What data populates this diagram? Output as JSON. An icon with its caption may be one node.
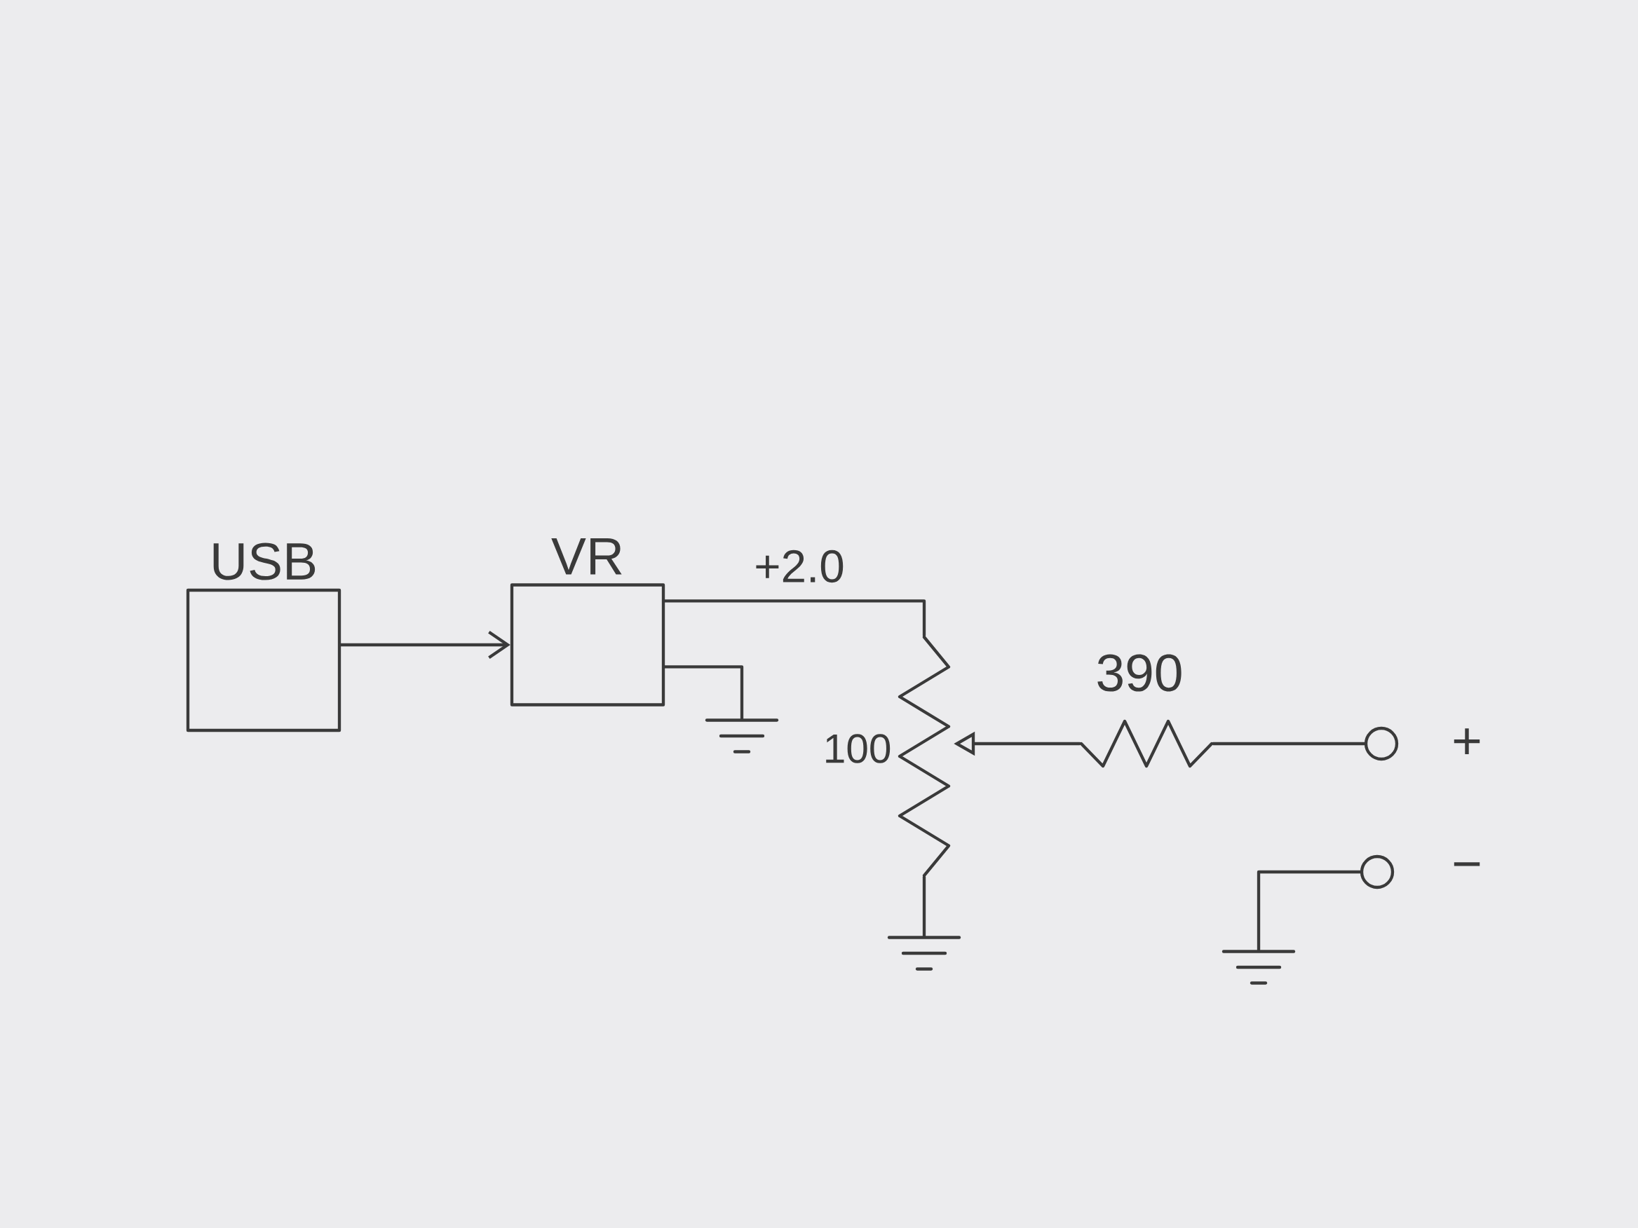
{
  "diagram": {
    "nodes": [
      {
        "text": [
          "USB"
        ]
      },
      {
        "text": [
          "VR"
        ]
      },
      {
        "text": [],
        "shape": "potentiometer",
        "beside": [
          "100"
        ]
      },
      {
        "text": [],
        "shape": "resistor",
        "beside": [
          "390"
        ]
      },
      {
        "text": [],
        "shape": "circle",
        "beside": [
          "+"
        ]
      },
      {
        "text": [],
        "shape": "circle",
        "beside": [
          "−"
        ]
      },
      {
        "text": [],
        "shape": "ground"
      },
      {
        "text": [],
        "shape": "ground"
      },
      {
        "text": [],
        "shape": "ground"
      }
    ],
    "edges": [
      {
        "from": 0,
        "to": 1,
        "arrow": "to"
      },
      {
        "from": 1,
        "to": 2,
        "arrow": "none",
        "label": "+2.0"
      },
      {
        "from": 1,
        "to": 6,
        "arrow": "none"
      },
      {
        "from": 3,
        "to": 2,
        "arrow": "to"
      },
      {
        "from": 3,
        "to": 4,
        "arrow": "none"
      },
      {
        "from": 2,
        "to": 7,
        "arrow": "none"
      },
      {
        "from": 8,
        "to": 5,
        "arrow": "none"
      }
    ]
  }
}
